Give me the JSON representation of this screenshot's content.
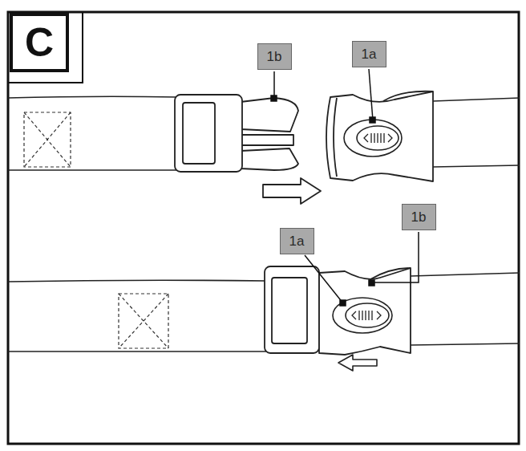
{
  "diagram": {
    "nodes": [
      {
        "text": [
          "C"
        ]
      },
      {
        "text": [
          "1b"
        ]
      },
      {
        "text": [
          "1a"
        ]
      },
      {
        "text": [
          "1b"
        ]
      },
      {
        "text": [
          "1a"
        ]
      }
    ]
  }
}
